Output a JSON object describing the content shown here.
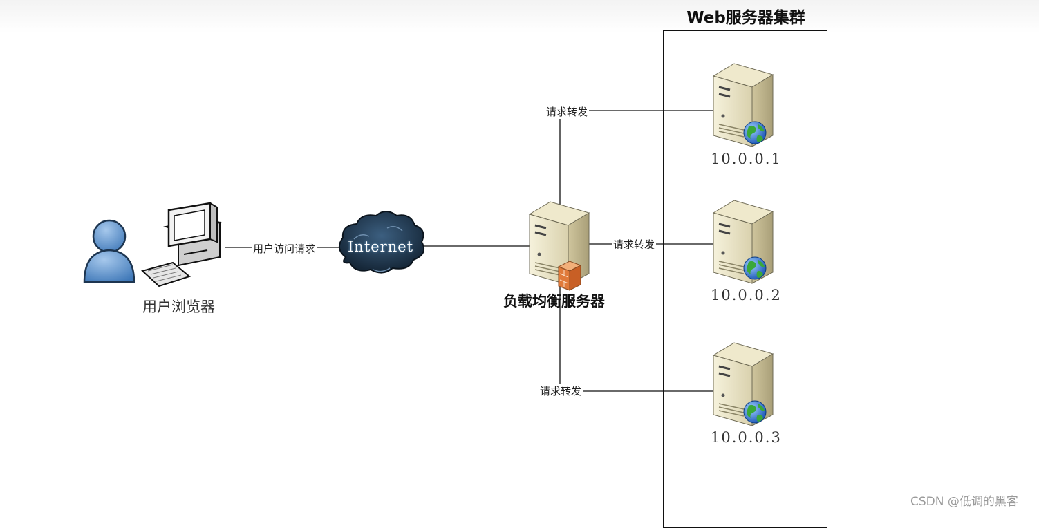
{
  "cluster": {
    "title": "Web服务器集群"
  },
  "user": {
    "label": "用户浏览器"
  },
  "internet": {
    "label": "Internet"
  },
  "load_balancer": {
    "label": "负载均衡服务器"
  },
  "edges": {
    "user_request": "用户访问请求",
    "forward": [
      "请求转发",
      "请求转发",
      "请求转发"
    ]
  },
  "servers": [
    {
      "ip": "10.0.0.1"
    },
    {
      "ip": "10.0.0.2"
    },
    {
      "ip": "10.0.0.3"
    }
  ],
  "watermark": "CSDN @低调的黑客"
}
